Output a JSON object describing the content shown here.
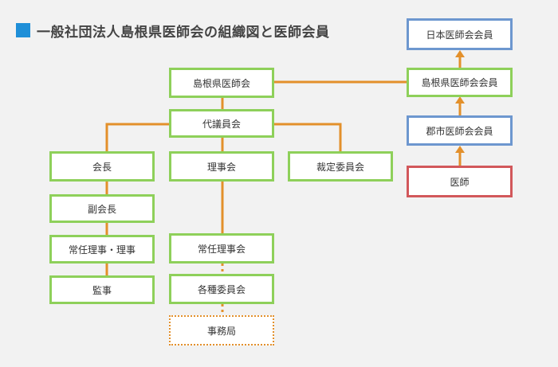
{
  "title": "一般社団法人島根県医師会の組織図と医師会員",
  "colors": {
    "title_square": "#1f8fd8",
    "box_green": "#8ed05a",
    "box_blue": "#6d97cf",
    "box_red": "#d2585b",
    "connector": "#e3902b",
    "background": "#f2f2f2"
  },
  "org": {
    "shimane_ishikai": "島根県医師会",
    "daigiinkai": "代議員会",
    "kaicho": "会長",
    "rijikai": "理事会",
    "saiteiiinkai": "裁定委員会",
    "fukukaicho": "副会長",
    "jonin_riji": "常任理事・理事",
    "kanji": "監事",
    "jonin_rijikai": "常任理事会",
    "kakushu_iinkai": "各種委員会",
    "jimukyoku": "事務局"
  },
  "members": {
    "nihon": "日本医師会会員",
    "shimane": "島根県医師会会員",
    "gunshi": "郡市医師会会員",
    "ishi": "医師"
  }
}
